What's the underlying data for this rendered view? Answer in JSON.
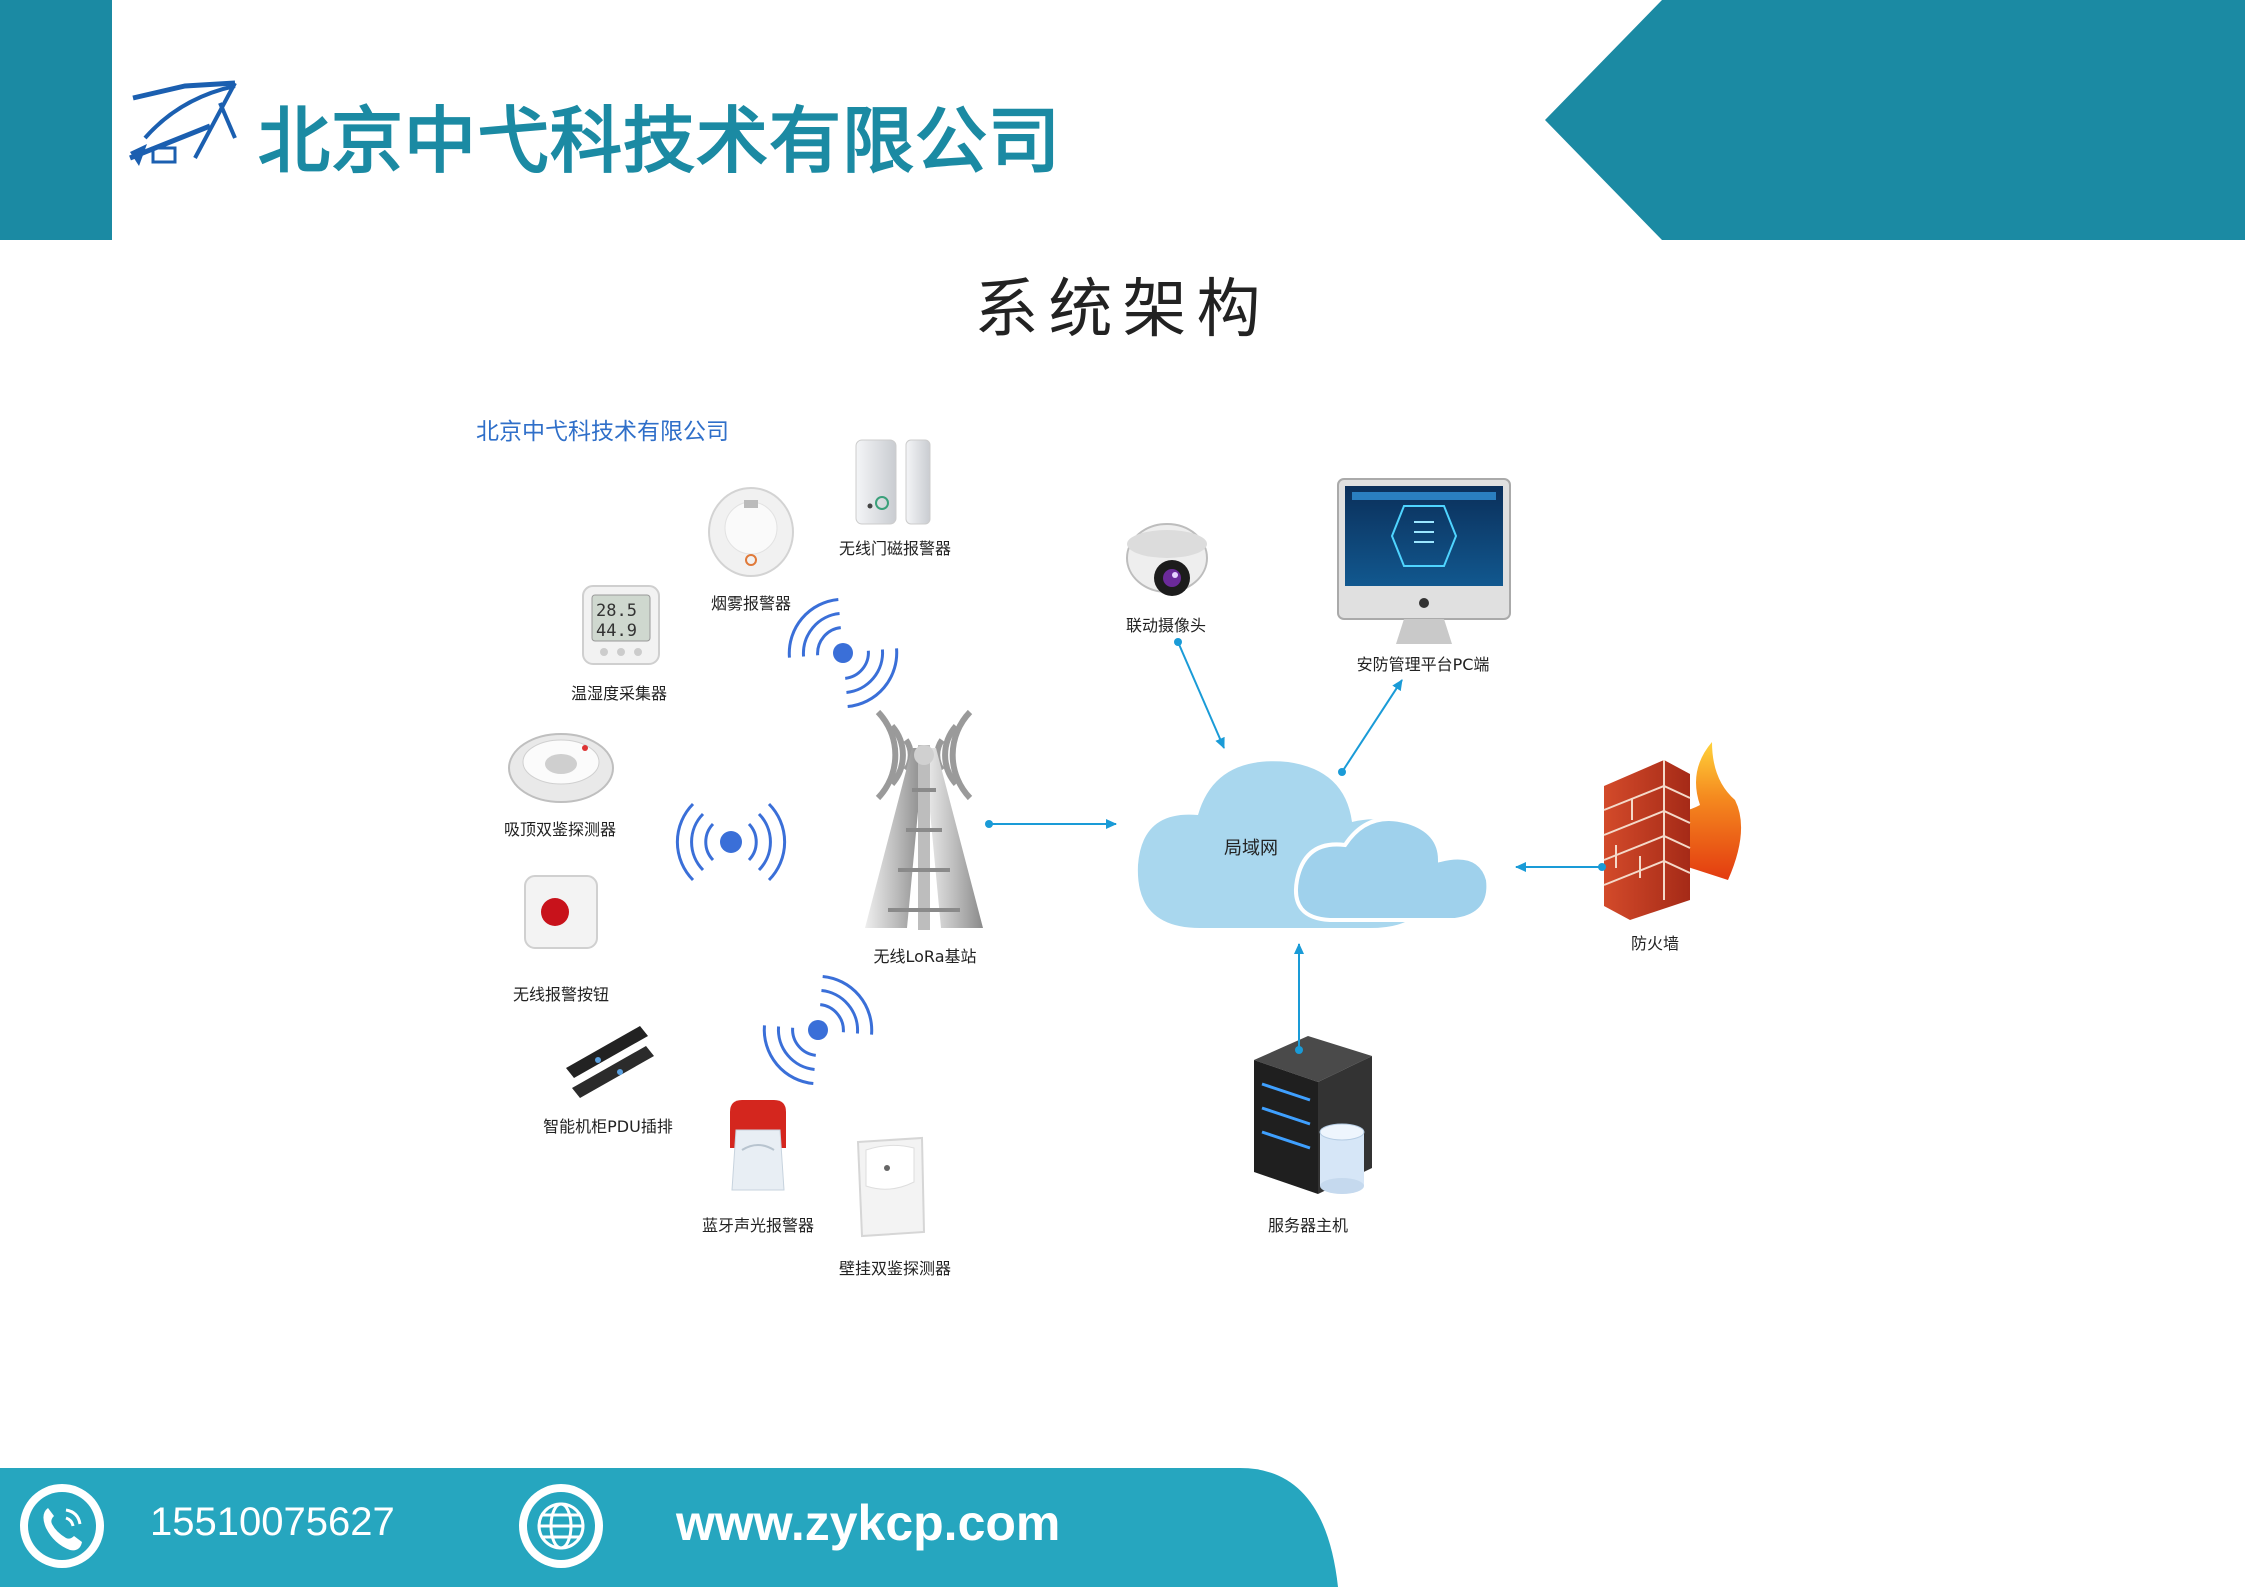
{
  "header": {
    "company_name": "北京中弋科技术有限公司"
  },
  "page_title": "系统架构",
  "diagram": {
    "watermark": "北京中弋科技术有限公司",
    "nodes": {
      "door_sensor": "无线门磁报警器",
      "smoke_alarm": "烟雾报警器",
      "temp_humidity": "温湿度采集器",
      "ceiling_detector": "吸顶双鉴探测器",
      "alarm_button": "无线报警按钮",
      "pdu": "智能机柜PDU插排",
      "bluetooth_alarm": "蓝牙声光报警器",
      "wall_detector": "壁挂双鉴探测器",
      "lora_station": "无线LoRa基站",
      "camera": "联动摄像头",
      "pc_platform": "安防管理平台PC端",
      "lan": "局域网",
      "firewall": "防火墙",
      "server": "服务器主机"
    },
    "thermo_display": {
      "temp": "28.5",
      "humidity": "44.9"
    }
  },
  "footer": {
    "phone": "15510075627",
    "website": "www.zykcp.com"
  },
  "colors": {
    "brand_teal": "#1b8aa3",
    "footer_teal": "#26a6bf",
    "arrow_blue": "#1a9bd7",
    "signal_blue": "#3a6fd8"
  }
}
